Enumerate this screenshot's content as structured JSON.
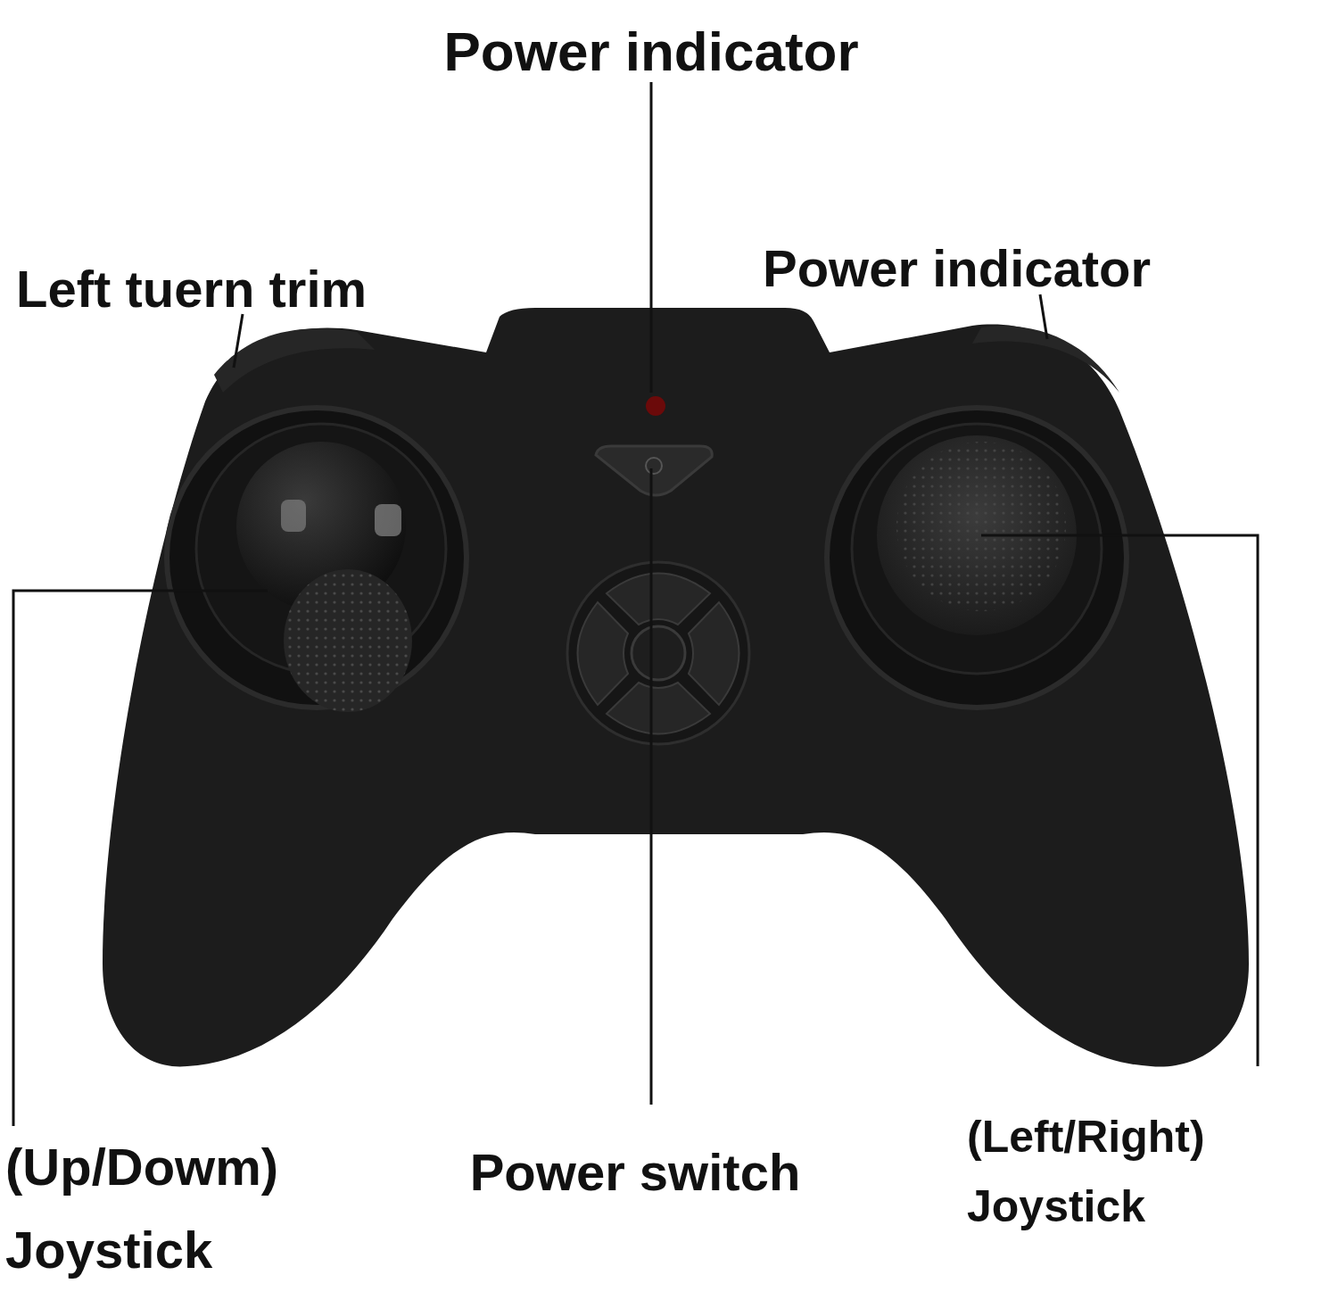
{
  "diagram": {
    "labels": [
      "Power indicator",
      "Left tuern trim",
      "Power indicator",
      "(Up/Dowm) Joystick",
      "Power switch",
      "(Left/Right) Joystick"
    ]
  }
}
